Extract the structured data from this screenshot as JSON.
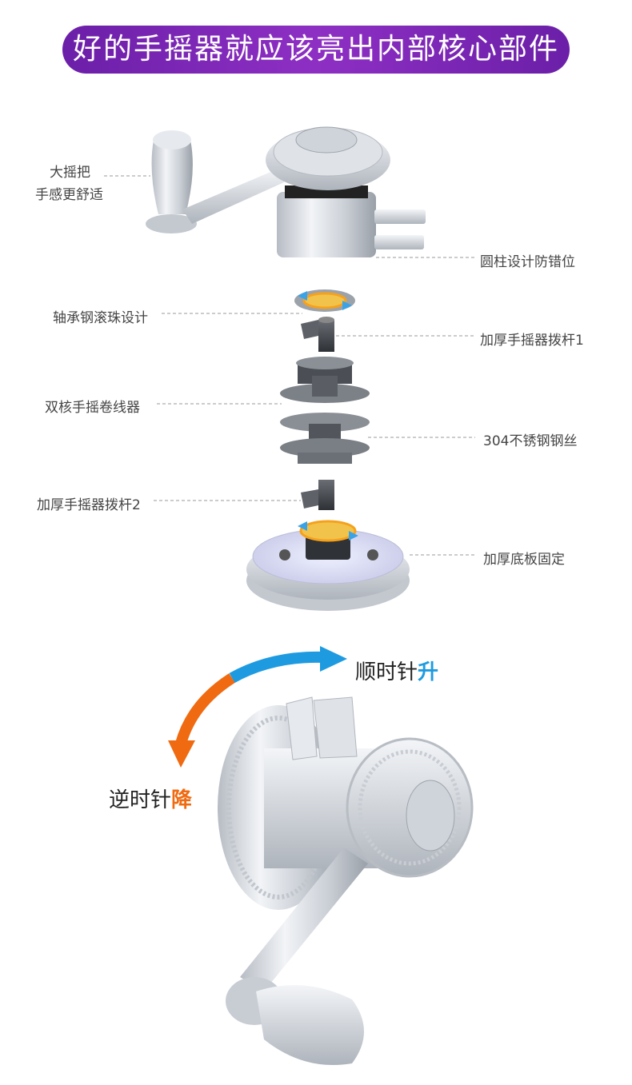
{
  "banner": {
    "title": "好的手摇器就应该亮出内部核心部件"
  },
  "parts": {
    "handle_line1": "大摇把",
    "handle_line2": "手感更舒适",
    "cylinder": "圆柱设计防错位",
    "bearing": "轴承钢滚珠设计",
    "lever1": "加厚手摇器拨杆1",
    "double_core": "双核手摇卷线器",
    "steel_wire": "304不锈钢钢丝",
    "lever2": "加厚手摇器拨杆2",
    "base": "加厚底板固定"
  },
  "rotation": {
    "clockwise_prefix": "顺时针",
    "clockwise_action": "升",
    "counter_prefix": "逆时针",
    "counter_action": "降"
  },
  "colors": {
    "banner": "#7a24b6",
    "clockwise_arrow": "#1e9be0",
    "counter_arrow": "#ef6a10",
    "metal": "#d9dde3"
  }
}
